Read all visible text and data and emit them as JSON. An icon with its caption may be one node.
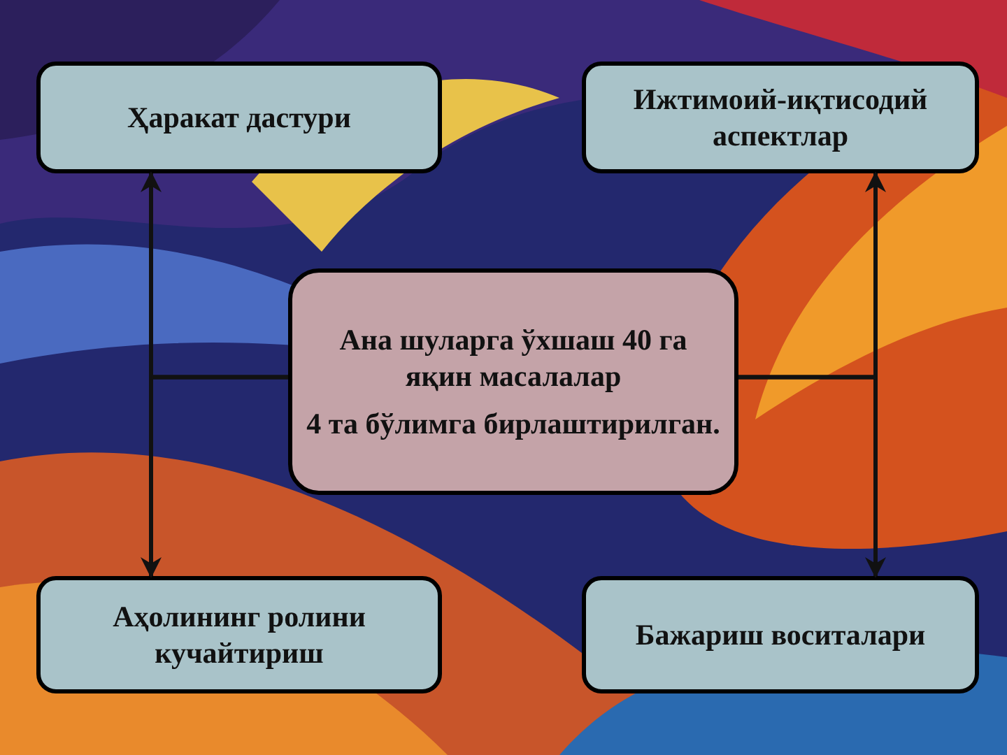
{
  "diagram": {
    "nodes": [
      {
        "text": [
          "Ҳаракат дастури"
        ]
      },
      {
        "text": [
          "Ижтимоий-иқтисодий аспектлар"
        ]
      },
      {
        "text": [
          "Ана шуларга ўхшаш 40 га яқин масалалар",
          "4 та бўлимга бирлаштирилган."
        ]
      },
      {
        "text": [
          "Аҳолининг ролини кучайтириш"
        ]
      },
      {
        "text": [
          "Бажариш воситалари"
        ]
      }
    ],
    "edges": [
      {
        "from": 2,
        "to": 0,
        "arrow": "to"
      },
      {
        "from": 2,
        "to": 3,
        "arrow": "to"
      },
      {
        "from": 2,
        "to": 1,
        "arrow": "to"
      },
      {
        "from": 2,
        "to": 4,
        "arrow": "to"
      }
    ]
  }
}
